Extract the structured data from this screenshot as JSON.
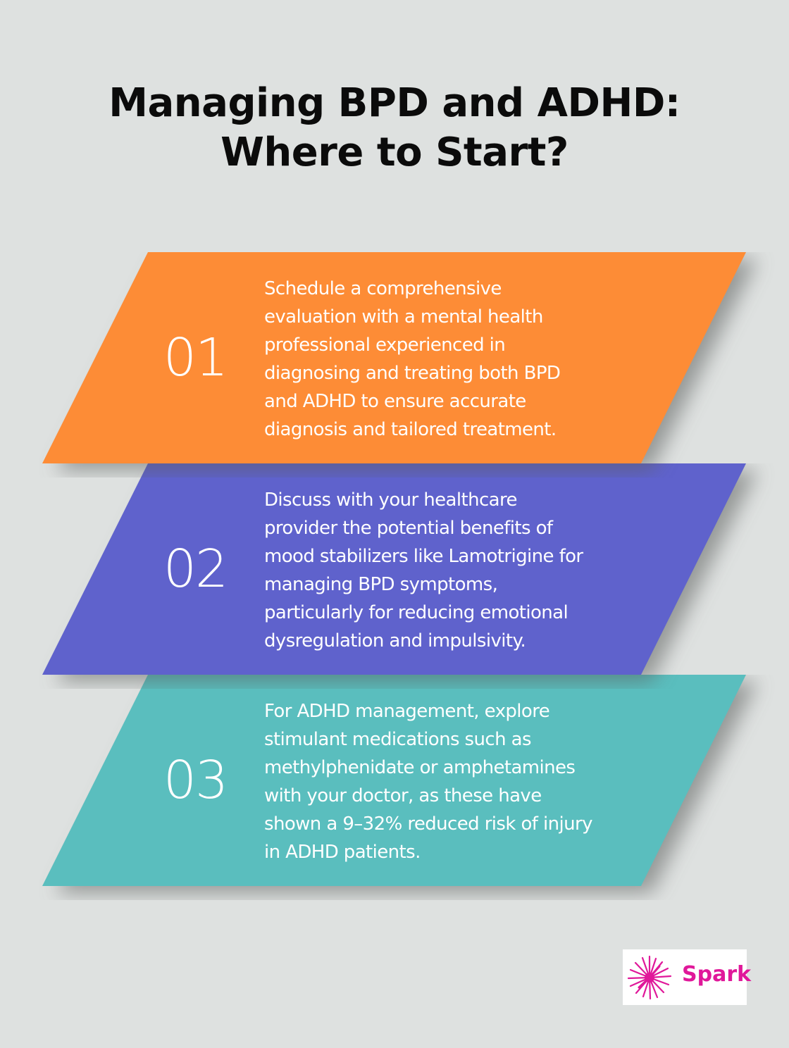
{
  "title": {
    "line1": "Managing BPD and ADHD:",
    "line2": "Where to Start?"
  },
  "colors": {
    "background": "#dee1e0",
    "step1": "#fd8c36",
    "step2": "#5f62cc",
    "step3": "#5abebe",
    "brand": "#e0189a"
  },
  "steps": [
    {
      "number": "01",
      "lines": [
        "Schedule a comprehensive",
        "evaluation with a mental health",
        "professional experienced in",
        "diagnosing and treating both BPD",
        "and ADHD to ensure accurate",
        "diagnosis and tailored treatment."
      ]
    },
    {
      "number": "02",
      "lines": [
        "Discuss with your healthcare",
        "provider the potential benefits of",
        "mood stabilizers like Lamotrigine for",
        "managing BPD symptoms,",
        "particularly for reducing emotional",
        "dysregulation and impulsivity."
      ]
    },
    {
      "number": "03",
      "lines": [
        "For ADHD management, explore",
        "stimulant medications such as",
        "methylphenidate or amphetamines",
        "with your doctor, as these have",
        "shown a 9–32% reduced risk of injury",
        "in ADHD patients."
      ]
    }
  ],
  "logo": {
    "icon": "starburst-icon",
    "text": "Spark"
  }
}
